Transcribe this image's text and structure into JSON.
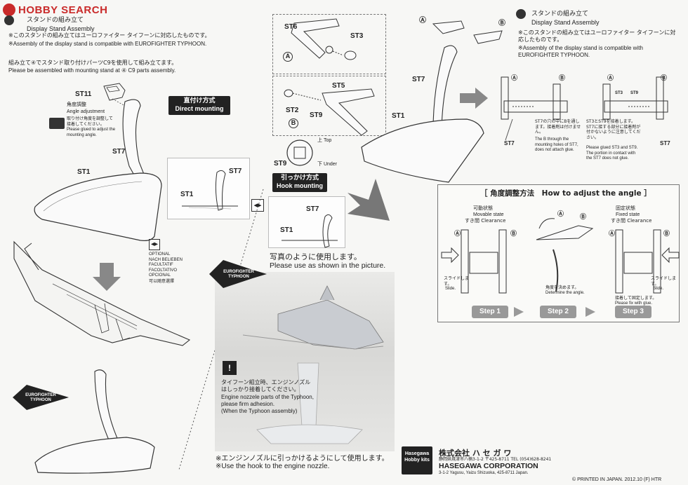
{
  "header": {
    "logo": "HOBBY SEARCH"
  },
  "left_section": {
    "title_jp": "スタンドの組み立て",
    "title_en": "Display Stand Assembly",
    "note_jp": "※このスタンドの組み立てはユーロファイター タイフーンに対応したものです。",
    "note_en": "※Assembly of the display stand is compatible with EUROFIGHTER TYPHOON.",
    "mount_jp": "組み立て④でスタンド取り付けパーツC9を使用して組み立てます。",
    "mount_en": "Please be assembled with mounting stand at ④ C9 parts assembly.",
    "part_st11": "ST11",
    "angle_jp": "角度調整",
    "angle_en": "Angle adjustment",
    "glue_jp": "取り付け角度を調整して接着してください。",
    "glue_en": "Please glued to adjust the mounting angle.",
    "part_st7": "ST7",
    "part_st1": "ST1",
    "direct_jp": "直付け方式",
    "direct_en": "Direct mounting",
    "box_st7": "ST7",
    "box_st1": "ST1",
    "optional": [
      "OPTIONAL",
      "NACH BELIEBEN",
      "FACULTATIF",
      "FACOLTATIVO",
      "OPCIONAL",
      "可以随意選擇"
    ],
    "typhoon_badge": "EUROFIGHTER TYPHOON"
  },
  "middle_section": {
    "parts": [
      "ST6",
      "ST3",
      "ST5",
      "ST2",
      "ST9",
      "ST9"
    ],
    "label_a": "A",
    "label_b": "B",
    "top_label": "上 Top",
    "under_label": "下 Under",
    "hook_jp": "引っかけ方式",
    "hook_en": "Hook mounting",
    "box_st7": "ST7",
    "box_st1": "ST1",
    "use_jp": "写真のように使用します。",
    "use_en": "Please use as shown in the picture.",
    "photo_badge": "EUROFIGHTER TYPHOON",
    "caution_jp": "タイフーン組立時、エンジンノズルはしっかり接着してください。",
    "caution_en": [
      "Engine nozzele parts of the Typhoon,",
      "please firm adhesion.",
      "(When the Typhoon assembly)"
    ],
    "hook_note_jp": "※エンジンノズルに引っかけるようにして使用します。",
    "hook_note_en": "※Use the hook to the engine nozzle."
  },
  "right_section": {
    "title_jp": "スタンドの組み立て",
    "title_en": "Display Stand Assembly",
    "note_jp": "※このスタンドの組み立てはユーロファイター タイフーンに対応したものです。",
    "note_en": "※Assembly of the display stand is compatible with EUROFIGHTER TYPHOON.",
    "part_st7": "ST7",
    "part_st1": "ST1",
    "st7_note_jp": "ST7の穴の中にBを通します。接着剤は付けません。",
    "st7_note_en": "The B through the mounting holes of ST7, does not attach glue.",
    "st3_label": "ST3",
    "st9_label": "ST9",
    "st3_note_jp": "ST3とST9を接着します。ST7に接する部分に接着剤が付かないように注意してください。",
    "st3_note_en": "Please glued ST3 and ST9. The portion in contact with the ST7 does not glue.",
    "st7_side": "ST7",
    "angle_title": "［ 角度調整方法　How to adjust the angle ］",
    "movable_jp": "可動状態",
    "movable_en": "Movable state",
    "clearance": "すき間 Clearance",
    "fixed_jp": "固定状態",
    "fixed_en": "Fixed state",
    "slide_jp": "スライドします。",
    "slide_en": "Slide.",
    "determine_jp": "角度を決めます。",
    "determine_en": "Determine the angle.",
    "glue_fix_jp": "接着して固定します。",
    "glue_fix_en": "Please fix with glue.",
    "steps": [
      "Step 1",
      "Step 2",
      "Step 3"
    ]
  },
  "footer": {
    "brand": "Hasegawa Hobby kits",
    "company_jp": "株式会社 ハ セ ガ ワ",
    "address_jp": "静岡県焼津市八楠3-1-2 〒425-8711 TEL (054)628-8241",
    "company_en": "HASEGAWA CORPORATION",
    "address_en": "3-1-2 Yagusu, Yaizu Shizuoka, 425-8711 Japan.",
    "printed": "© PRINTED IN JAPAN. 2012.10 (F) HTR"
  }
}
